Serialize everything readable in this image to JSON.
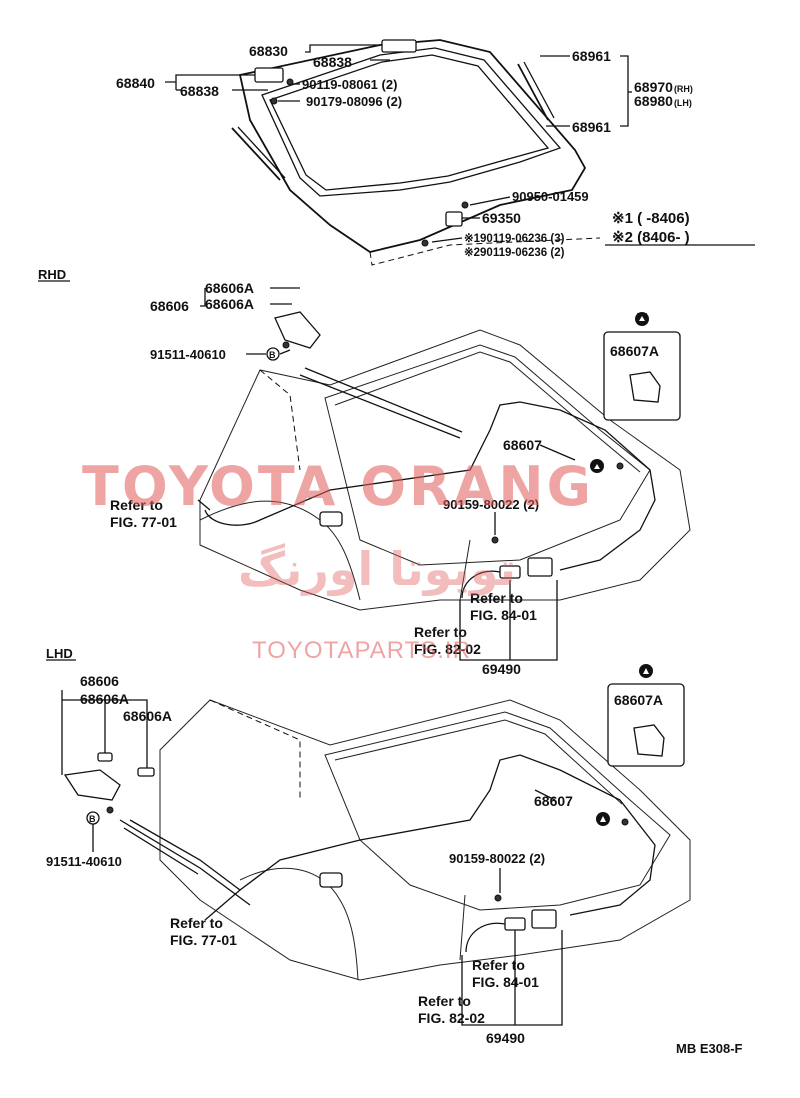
{
  "sections": {
    "rhd": "RHD",
    "lhd": "LHD"
  },
  "top": {
    "p68830": "68830",
    "p68838a": "68838",
    "p68840": "68840",
    "p68838b": "68838",
    "p90119_08061": "90119-08061 (2)",
    "p90179_08096": "90179-08096 (2)",
    "p68961a": "68961",
    "p68970": "68970",
    "p68970_suffix": "(RH)",
    "p68980": "68980",
    "p68980_suffix": "(LH)",
    "p68961b": "68961",
    "p90950": "90950-01459",
    "p69350": "69350",
    "p90119_06236_3": "※190119-06236 (3)",
    "p90119_06236_2": "※290119-06236 (2)",
    "note1": "※1 (      -8406)",
    "note2": "※2 (8406-        )"
  },
  "rhd": {
    "p68606A_1": "68606A",
    "p68606": "68606",
    "p68606A_2": "68606A",
    "p91511": "91511-40610",
    "badge_b": "B",
    "p68607A": "68607A",
    "p68607": "68607",
    "p90159": "90159-80022 (2)",
    "refer77a": "Refer to",
    "refer77b": "FIG. 77-01",
    "refer84a": "Refer to",
    "refer84b": "FIG. 84-01",
    "refer82a": "Refer to",
    "refer82b": "FIG. 82-02",
    "p69490": "69490"
  },
  "lhd": {
    "p68606": "68606",
    "p68606A_1": "68606A",
    "p68606A_2": "68606A",
    "p91511": "91511-40610",
    "badge_b": "B",
    "p68607A": "68607A",
    "p68607": "68607",
    "p90159": "90159-80022 (2)",
    "refer77a": "Refer to",
    "refer77b": "FIG. 77-01",
    "refer84a": "Refer to",
    "refer84b": "FIG. 84-01",
    "refer82a": "Refer to",
    "refer82b": "FIG. 82-02",
    "p69490": "69490"
  },
  "watermark": {
    "brand": "TOYOTA ORANG",
    "persian": "تویوتا اورنگ",
    "site": "TOYOTAPARTS.IR"
  },
  "figure_code": "MB E308-F"
}
